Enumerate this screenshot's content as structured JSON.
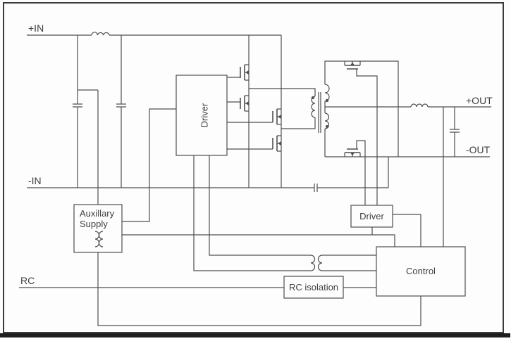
{
  "diagram": {
    "title": "power-converter-block-schematic",
    "labels": {
      "in_pos": "+IN",
      "in_neg": "-IN",
      "rc": "RC",
      "out_pos": "+OUT",
      "out_neg": "-OUT"
    },
    "blocks": {
      "primary_driver": "Driver",
      "secondary_driver": "Driver",
      "aux_supply_line1": "Auxillary",
      "aux_supply_line2": "Supply",
      "control": "Control",
      "rc_isolation": "RC isolation"
    },
    "colors": {
      "line": "#4f4f4f",
      "text": "#3f3f3f",
      "background": "#fdfdfd",
      "border": "#3a3a3a"
    }
  }
}
